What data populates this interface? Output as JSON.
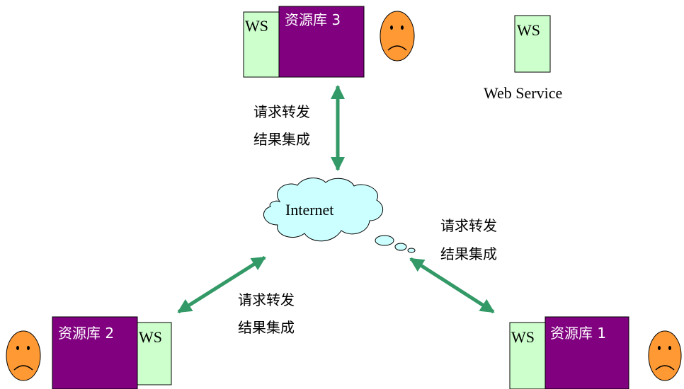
{
  "legend": {
    "ws_label": "WS",
    "caption": "Web Service"
  },
  "cloud": {
    "label": "Internet"
  },
  "repositories": [
    {
      "name": "资源库 3",
      "ws": "WS"
    },
    {
      "name": "资源库 2",
      "ws": "WS"
    },
    {
      "name": "资源库 1",
      "ws": "WS"
    }
  ],
  "links": [
    {
      "line1": "请求转发",
      "line2": "结果集成"
    },
    {
      "line1": "请求转发",
      "line2": "结果集成"
    },
    {
      "line1": "请求转发",
      "line2": "结果集成"
    }
  ],
  "colors": {
    "repository": "#800080",
    "ws_box": "#ccffcc",
    "arrow": "#339966",
    "face": "#ff9933",
    "cloud": "#ccffff"
  }
}
